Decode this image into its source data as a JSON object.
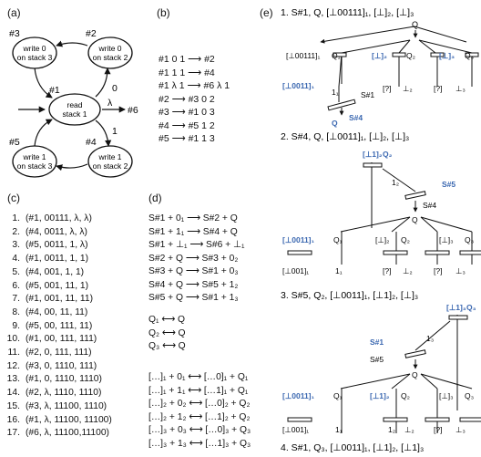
{
  "panel_labels": {
    "a": "(a)",
    "b": "(b)",
    "c": "(c)",
    "d": "(d)",
    "e": "(e)"
  },
  "panel_a": {
    "nodes": {
      "n3_label": "#3",
      "n3_line1": "write 0",
      "n3_line2": "on stack 3",
      "n2_label": "#2",
      "n2_line1": "write 0",
      "n2_line2": "on stack 2",
      "n1_label": "#1",
      "n1_line1": "read",
      "n1_line2": "stack 1",
      "n5_label": "#5",
      "n5_line1": "write 1",
      "n5_line2": "on stack 3",
      "n4_label": "#4",
      "n4_line1": "write 1",
      "n4_line2": "on stack 2",
      "n6_label": "#6"
    },
    "edge_labels": {
      "zero": "0",
      "one": "1",
      "lambda": "λ"
    }
  },
  "panel_b": {
    "rules": [
      "#1 0 1 ⟶ #2",
      "#1 1 1 ⟶ #4",
      "#1 λ 1 ⟶ #6 λ 1",
      "#2 ⟶ #3 0 2",
      "#3 ⟶ #1 0 3",
      "#4 ⟶ #5 1 2",
      "#5 ⟶ #1 1 3"
    ]
  },
  "panel_c": {
    "rows": [
      {
        "n": "1.",
        "t": "(#1, 00111, λ, λ)"
      },
      {
        "n": "2.",
        "t": "(#4, 0011, λ, λ)"
      },
      {
        "n": "3.",
        "t": "(#5, 0011, 1, λ)"
      },
      {
        "n": "4.",
        "t": "(#1, 0011, 1, 1)"
      },
      {
        "n": "5.",
        "t": "(#4, 001, 1, 1)"
      },
      {
        "n": "6.",
        "t": "(#5, 001, 11, 1)"
      },
      {
        "n": "7.",
        "t": "(#1, 001, 11, 11)"
      },
      {
        "n": "8.",
        "t": "(#4, 00, 11, 11)"
      },
      {
        "n": "9.",
        "t": "(#5, 00, 111, 11)"
      },
      {
        "n": "10.",
        "t": "(#1, 00, 111, 111)"
      },
      {
        "n": "11.",
        "t": "(#2, 0, 111, 111)"
      },
      {
        "n": "12.",
        "t": "(#3, 0, 1110, 111)"
      },
      {
        "n": "13.",
        "t": "(#1, 0, 1110, 1110)"
      },
      {
        "n": "14.",
        "t": "(#2, λ, 1110, 1110)"
      },
      {
        "n": "15.",
        "t": "(#3, λ, 11100, 1110)"
      },
      {
        "n": "16.",
        "t": "(#1, λ, 11100, 11100)"
      },
      {
        "n": "17.",
        "t": "(#6, λ, 11100,11100)"
      }
    ]
  },
  "panel_d": {
    "rules": [
      "S#1 + 0₁ ⟶ S#2 + Q",
      "S#1 + 1₁ ⟶ S#4 + Q",
      "S#1 + ⊥₁ ⟶ S#6 + ⊥₁",
      "S#2 + Q ⟶ S#3 + 0₂",
      "S#3 + Q ⟶ S#1 + 0₃",
      "S#4 + Q ⟶ S#5 + 1₂",
      "S#5 + Q ⟶ S#1 + 1₃"
    ],
    "q_rules": [
      "Q₁ ⟷ Q",
      "Q₂ ⟷ Q",
      "Q₃ ⟷ Q"
    ],
    "stack_rules": [
      "[…]₁ + 0₁ ⟷ […0]₁ + Q₁",
      "[…]₁ + 1₁ ⟷ […1]₁ + Q₁",
      "[…]₂ + 0₂ ⟷ […0]₂ + Q₂",
      "[…]₂ + 1₂ ⟷ […1]₂ + Q₂",
      "[…]₃ + 0₃ ⟷ […0]₃ + Q₃",
      "[…]₃ + 1₃ ⟷ […1]₃ + Q₃"
    ]
  },
  "panel_e": {
    "step1_title": "1. S#1, Q, [⊥00111]₁, [⊥]₂, [⊥]₃",
    "step2_title": "2. S#4, Q, [⊥0011]₁, [⊥]₂, [⊥]₃",
    "step3_title": "3. S#5, Q₂, [⊥0011]₁, [⊥1]₂, [⊥]₃",
    "step4_title": "4. S#1, Q₃, [⊥0011]₁, [⊥1]₂, [⊥1]₃",
    "labels": {
      "q": "Q",
      "q1": "Q₁",
      "q2": "Q₂",
      "q3": "Q₃",
      "s1": "S#1",
      "s4": "S#4",
      "s5": "S#5",
      "stack1_full": "[⊥00111]₁",
      "stack1_blue": "[⊥0011]₁",
      "stack2": "[⊥]₂",
      "stack3": "[⊥]₃",
      "stack2_1": "[⊥1]₂",
      "stack3_1": "[⊥1]₃",
      "one1": "1₁",
      "one2": "1₂",
      "one3": "1₃",
      "perp2": "⊥₂",
      "perp3": "⊥₃",
      "q_unk2": "[?]",
      "stack1_small": "[⊥001]₁"
    }
  }
}
